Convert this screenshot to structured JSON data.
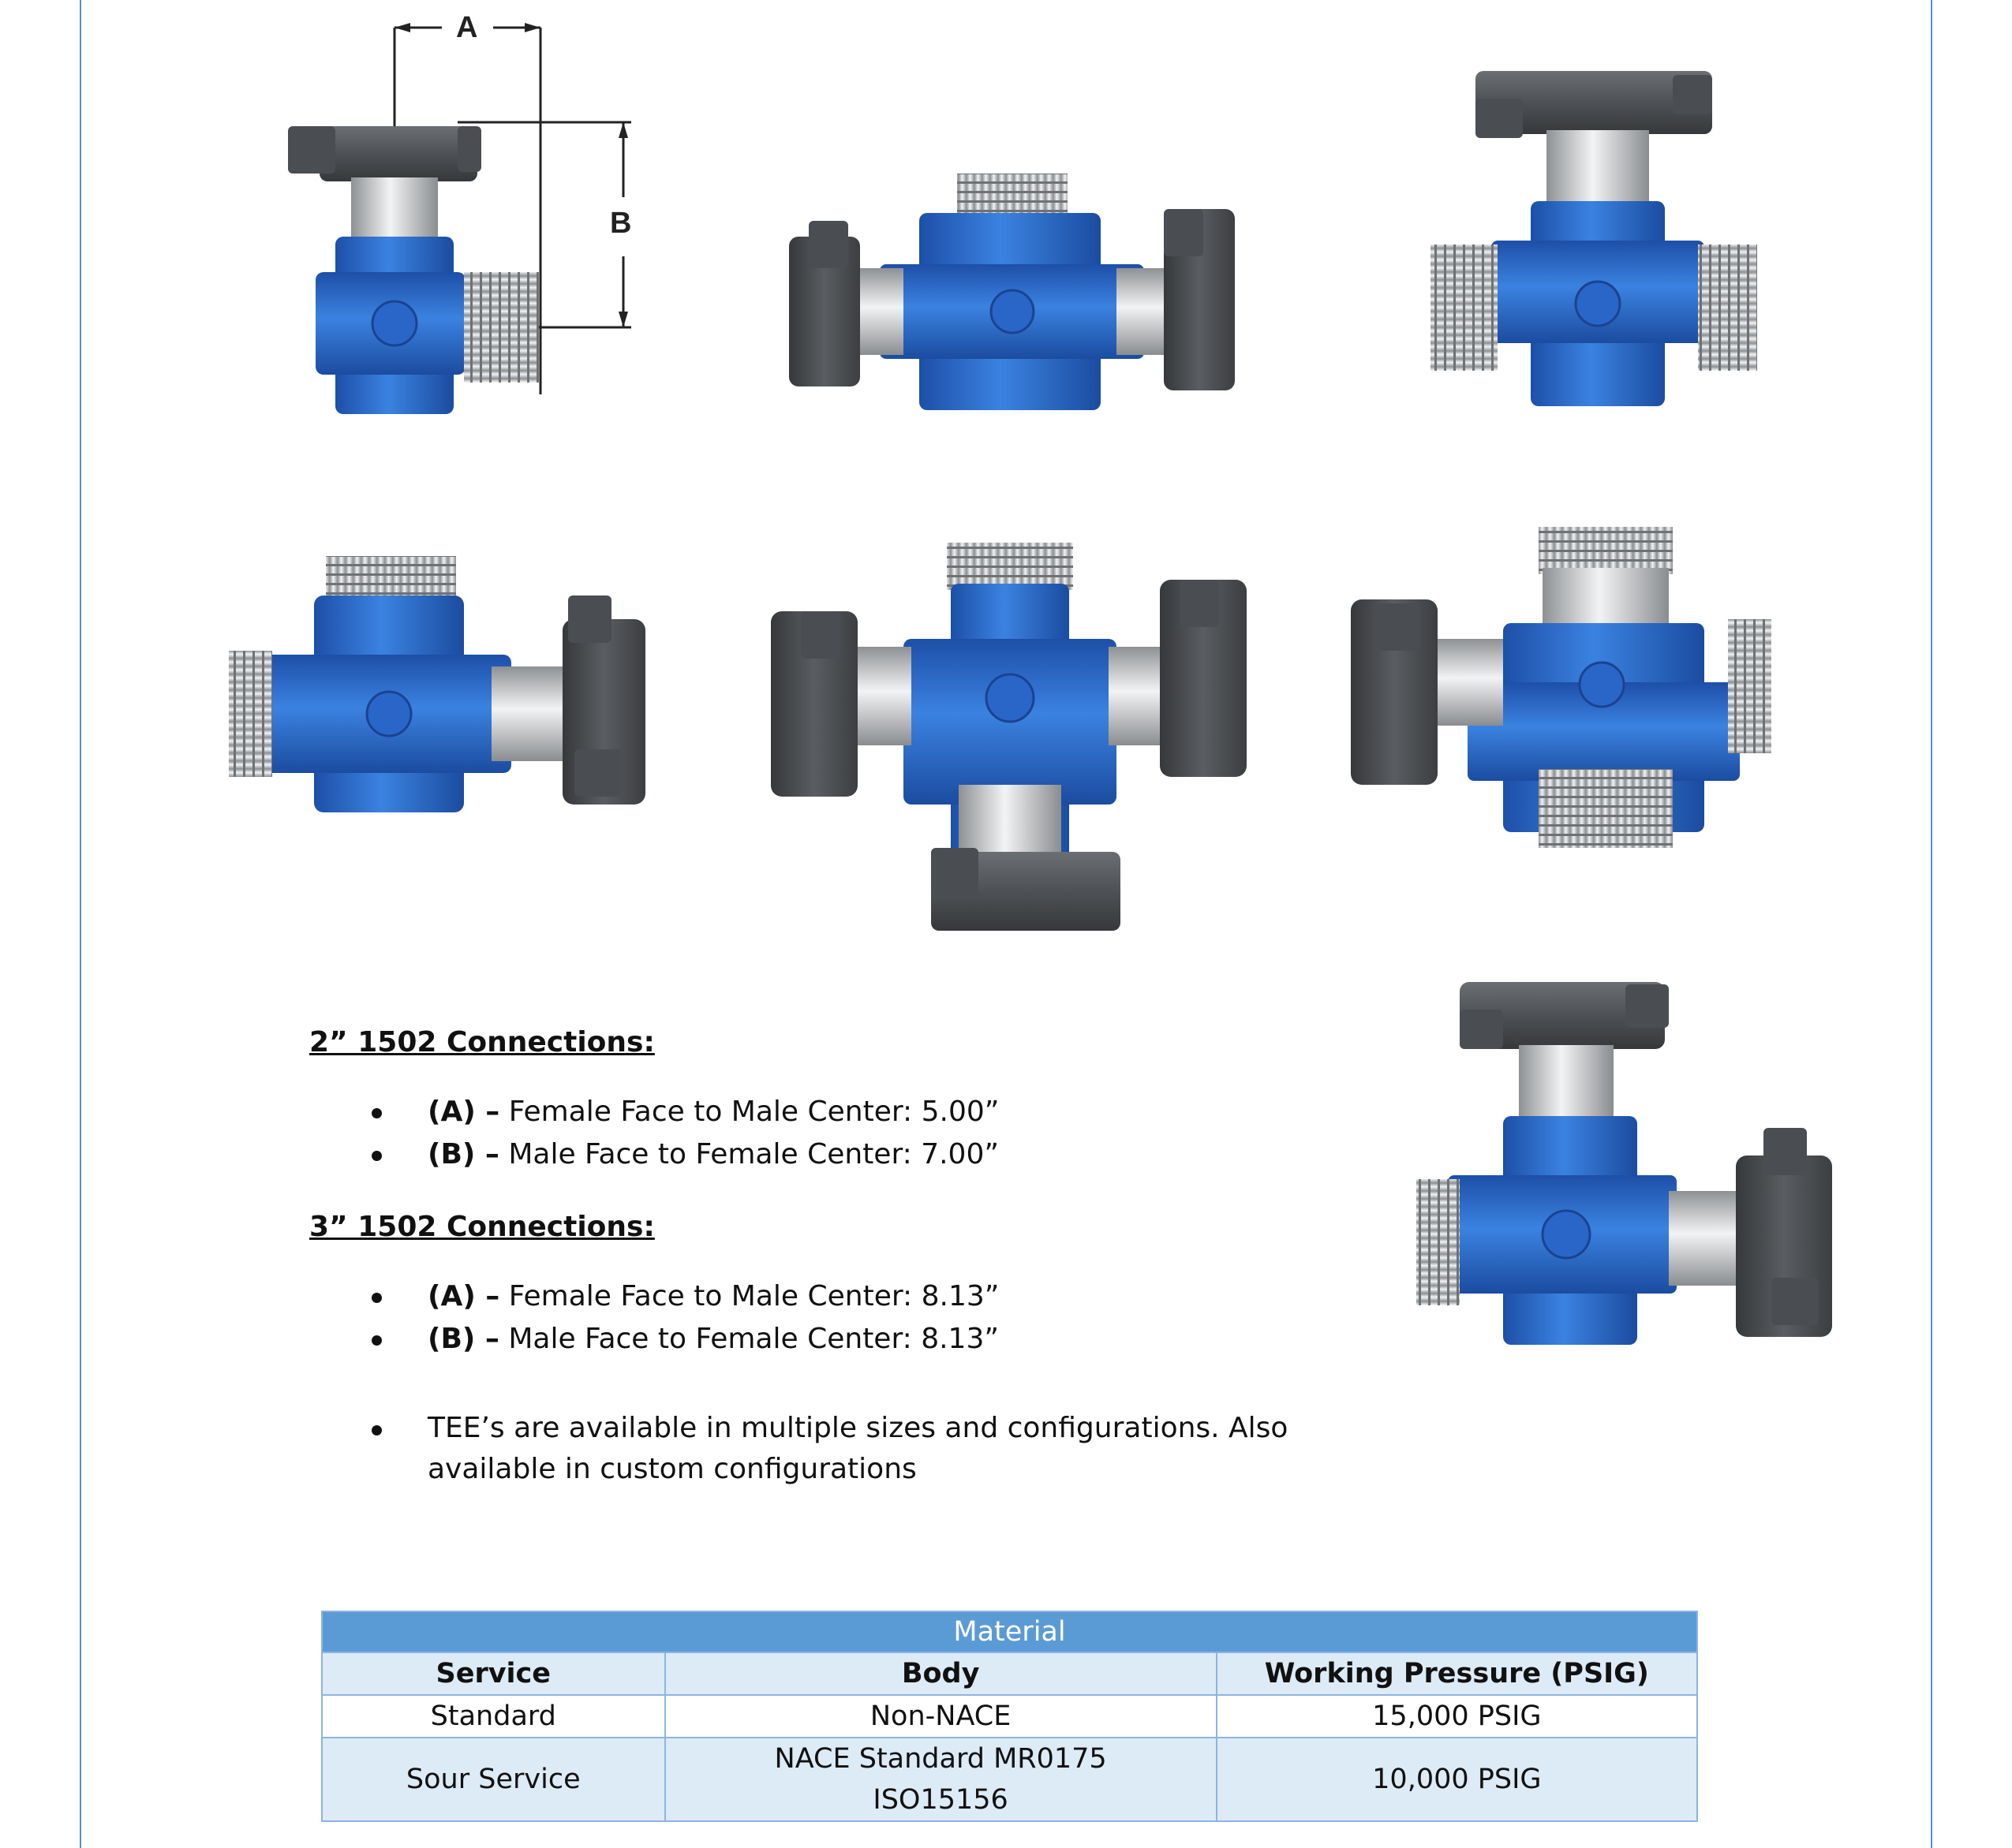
{
  "dimensions": {
    "a_label": "A",
    "b_label": "B"
  },
  "figures": [
    {
      "name": "tee-with-dimensions"
    },
    {
      "name": "tee-two-female-male-top"
    },
    {
      "name": "tee-female-top-two-male"
    },
    {
      "name": "tee-male-top-male-left-female-right"
    },
    {
      "name": "cross-three-female-male-top"
    },
    {
      "name": "cross-female-left-three-male"
    },
    {
      "name": "cross-female-top-male-left-female-right"
    }
  ],
  "specs": {
    "sections": [
      {
        "heading": "2” 1502 Connections:",
        "items": [
          {
            "key": "(A) –",
            "text": " Female Face to Male Center: 5.00”"
          },
          {
            "key": "(B) –",
            "text": " Male Face to Female Center: 7.00”"
          }
        ]
      },
      {
        "heading": "3” 1502 Connections:",
        "items": [
          {
            "key": "(A) –",
            "text": " Female Face to Male Center: 8.13”"
          },
          {
            "key": "(B) –",
            "text": " Male Face to Female Center:  8.13”"
          }
        ]
      }
    ],
    "note": "TEE’s are available in multiple sizes and configurations. Also available in custom configurations"
  },
  "table": {
    "title": "Material",
    "headers": [
      "Service",
      "Body",
      "Working Pressure (PSIG)"
    ],
    "rows": [
      {
        "service": "Standard",
        "body_line1": "Non-NACE",
        "body_line2": "",
        "pressure": "15,000 PSIG"
      },
      {
        "service": "Sour Service",
        "body_line1": "NACE Standard MR0175",
        "body_line2": "ISO15156",
        "pressure": "10,000 PSIG"
      }
    ]
  },
  "colors": {
    "body_blue": "#2f6fd0",
    "steel": "#c9cbcd",
    "nut_gray": "#55585c",
    "frame": "#5b8ec4",
    "table_header": "#5b9bd5",
    "table_row": "#ddebf7"
  }
}
